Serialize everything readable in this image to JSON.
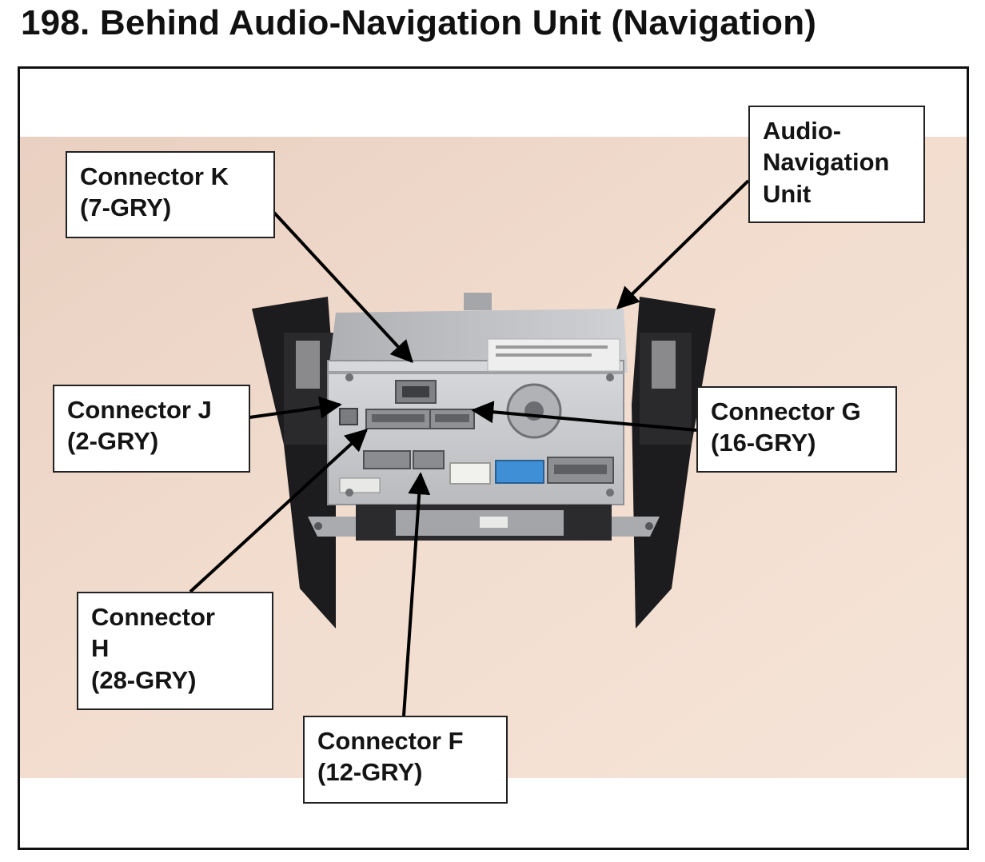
{
  "figure": {
    "title": "198.  Behind Audio-Navigation Unit (Navigation)"
  },
  "callouts": {
    "connector_k": [
      "Connector K",
      "(7-GRY)"
    ],
    "audio_nav_unit": [
      "Audio-",
      "Navigation",
      "Unit"
    ],
    "connector_j": [
      "Connector J",
      "(2-GRY)"
    ],
    "connector_g": [
      "Connector G",
      "(16-GRY)"
    ],
    "connector_h": [
      "Connector",
      "H",
      "(28-GRY)"
    ],
    "connector_f": [
      "Connector F",
      "(12-GRY)"
    ]
  },
  "colors": {
    "background_wall": "#efd9cb",
    "unit_silver": "#c7c9cc",
    "bezel_black": "#1c1c1e",
    "connector_blue": "#3f8fd6",
    "connector_white": "#f1f1ee",
    "connector_grey": "#8d8f92",
    "arrow": "#000000"
  }
}
